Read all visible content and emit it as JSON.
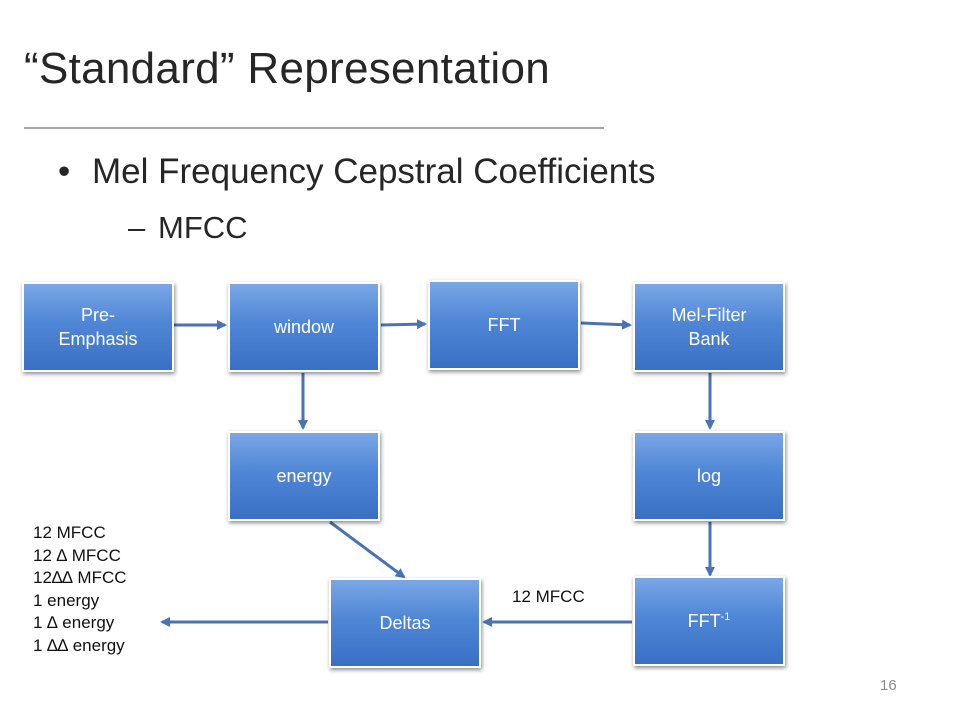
{
  "slide": {
    "title": "“Standard” Representation",
    "bullet_marker": "•",
    "bullet": "Mel Frequency Cepstral Coefficients",
    "sub_marker": "–",
    "sub_bullet": "MFCC",
    "page_number": "16"
  },
  "diagram": {
    "nodes": {
      "pre_emphasis": "Pre-\nEmphasis",
      "window": "window",
      "fft": "FFT",
      "mel_filter_bank": "Mel-Filter\nBank",
      "energy": "energy",
      "log": "log",
      "deltas": "Deltas",
      "ifft": "FFT",
      "ifft_sup": "-1"
    },
    "edge_label": "12 MFCC",
    "output_list": [
      "12 MFCC",
      "12 ∆ MFCC",
      "12∆∆ MFCC",
      "1 energy",
      "1 ∆ energy",
      "1 ∆∆ energy"
    ],
    "colors": {
      "box_fill": "#4f86d6",
      "arrow": "#4a73b3",
      "text": "#ffffff"
    }
  }
}
